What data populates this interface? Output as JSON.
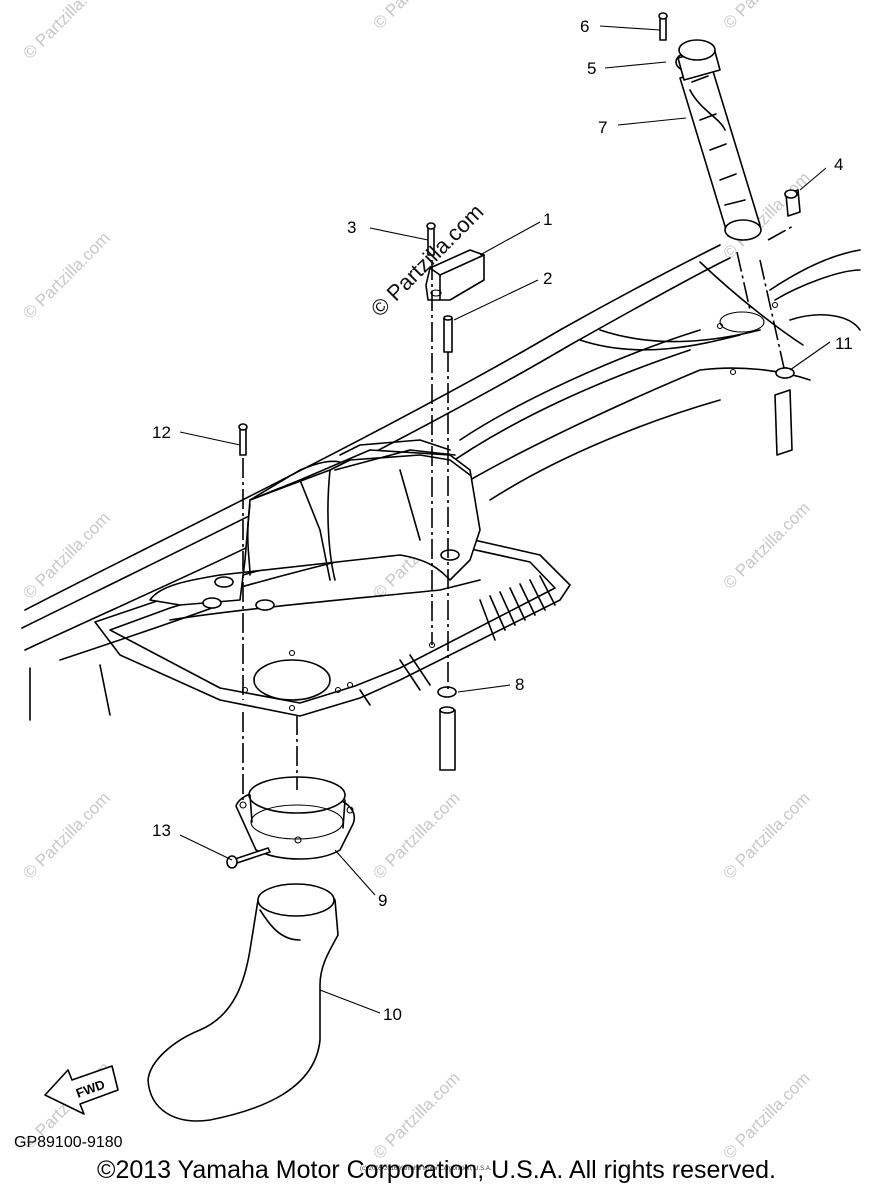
{
  "diagram": {
    "callouts": [
      {
        "id": "1",
        "label": "1"
      },
      {
        "id": "2",
        "label": "2"
      },
      {
        "id": "3",
        "label": "3"
      },
      {
        "id": "4",
        "label": "4"
      },
      {
        "id": "5",
        "label": "5"
      },
      {
        "id": "6",
        "label": "6"
      },
      {
        "id": "7",
        "label": "7"
      },
      {
        "id": "8",
        "label": "8"
      },
      {
        "id": "9",
        "label": "9"
      },
      {
        "id": "10",
        "label": "10"
      },
      {
        "id": "11",
        "label": "11"
      },
      {
        "id": "12",
        "label": "12"
      },
      {
        "id": "13",
        "label": "13"
      }
    ],
    "watermark_text": "© Partzilla.com",
    "forward_label": "FWD",
    "drawing_code": "GP89100-9180",
    "small_print": "(c) 2005-2016 Yamaha Motor Corporation, U.S.A."
  },
  "footer": {
    "copyright": "©2013 Yamaha Motor Corporation, U.S.A. All rights reserved."
  }
}
